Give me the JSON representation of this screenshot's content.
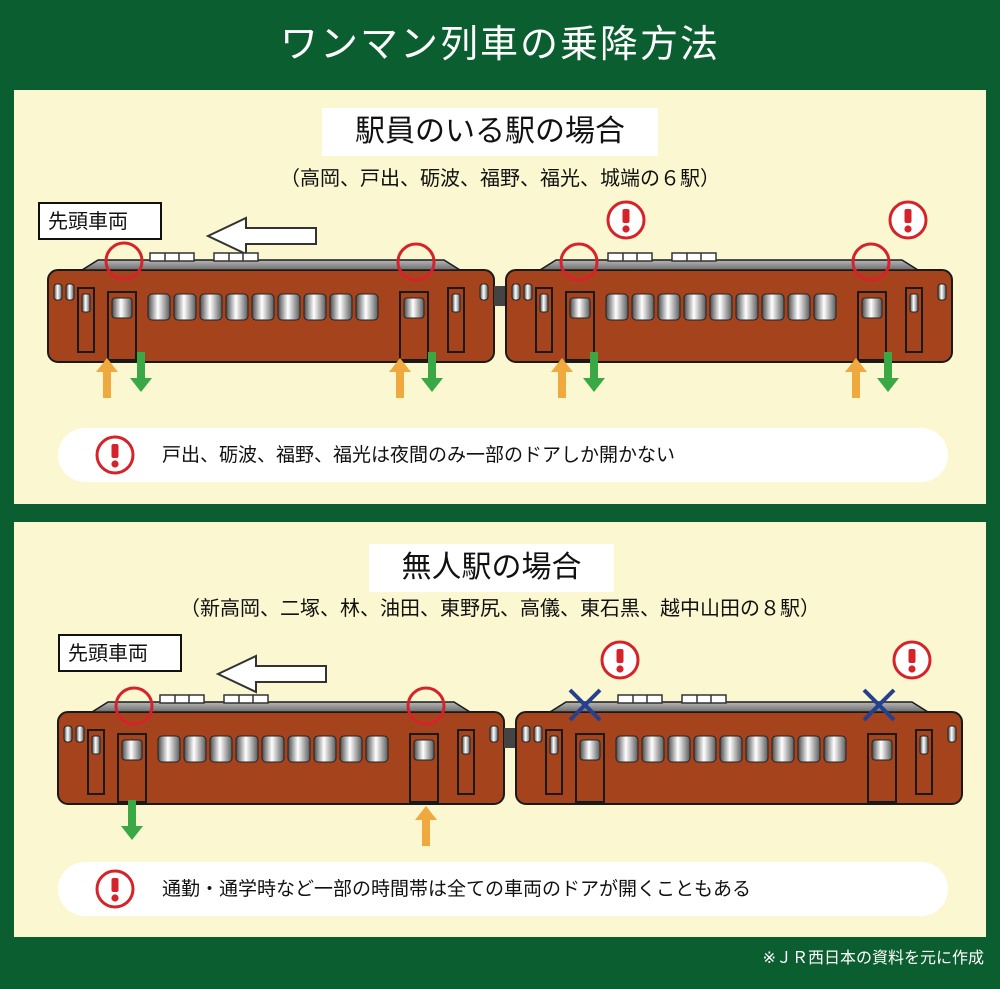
{
  "title": "ワンマン列車の乗降方法",
  "staffed": {
    "heading": "駅員のいる駅の場合",
    "stations": "（高岡、戸出、砺波、福野、福光、城端の６駅）",
    "lead_car_label": "先頭車両",
    "notice": "戸出、砺波、福野、福光は夜間のみ一部のドアしか開かない"
  },
  "unstaffed": {
    "heading": "無人駅の場合",
    "stations": "（新高岡、二塚、林、油田、東野尻、高儀、東石黒、越中山田の８駅）",
    "lead_car_label": "先頭車両",
    "notice": "通勤・通学時など一部の時間帯は全ての車両のドアが開くこともある"
  },
  "credit": "※ＪＲ西日本の資料を元に作成",
  "colors": {
    "background": "#0b5e2f",
    "panel": "#fbf7d0",
    "train_body": "#a5431d",
    "board_arrow": "#f0a93e",
    "exit_arrow": "#3aa845",
    "door_circle": "#d6232a",
    "closed_mark": "#24408f",
    "warning": "#d6232a"
  },
  "icons": [
    "left-arrow-icon",
    "warning-icon",
    "door-circle-icon",
    "door-closed-x-icon",
    "board-up-arrow-icon",
    "exit-down-arrow-icon"
  ]
}
